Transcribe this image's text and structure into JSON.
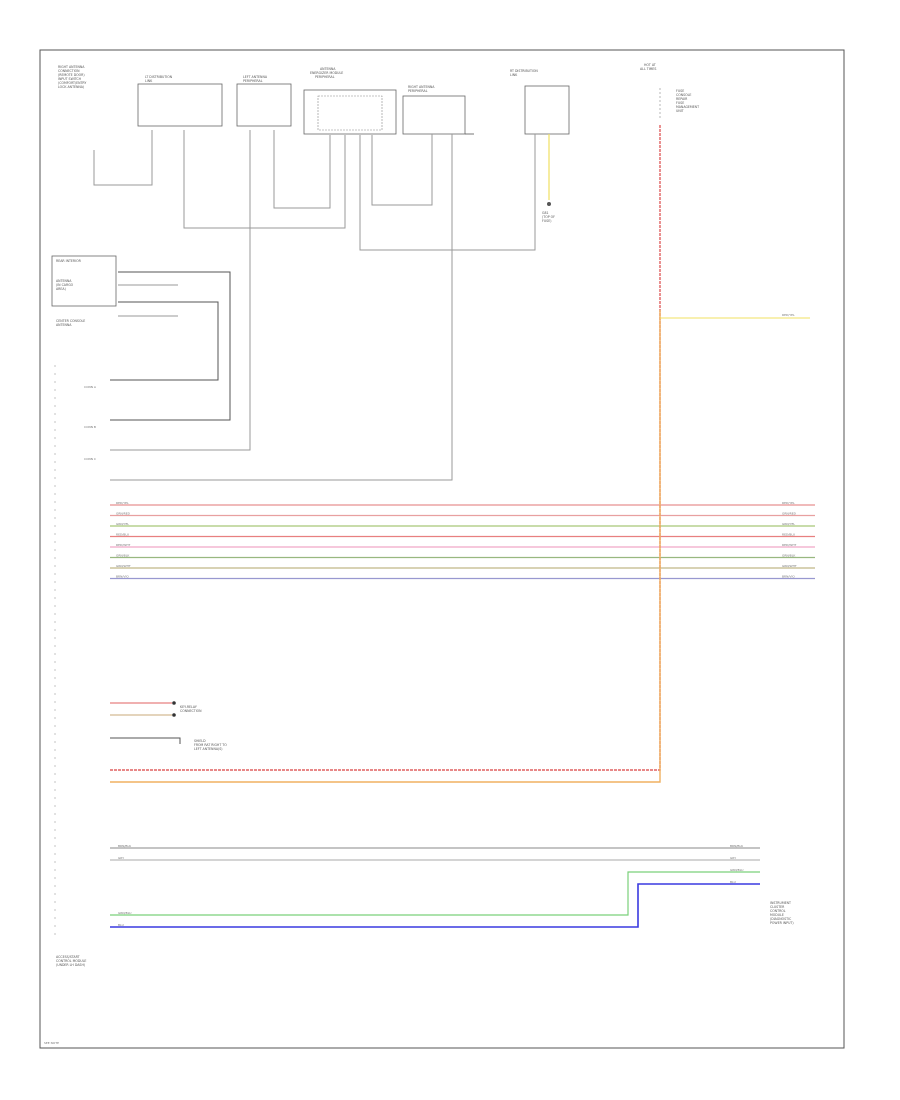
{
  "diagram": {
    "footer_code": "SEE NOTE"
  },
  "components": {
    "left_top_label": "RIGHT ANTENNA\nCONNECTION\n(REMOTE DOOR)\nINPUT SWITCH\n(COMFORT/ENTRY\nLOCK ANTENNA)",
    "dist_link": "LT DISTRIBUTION\nLINK",
    "left_antenna": "LEFT ANTENNA\nPERIPHERAL",
    "antenna_mod": "ANTENNA\nENERGIZER MODULE\nPERIPHERAL",
    "right_antenna": "RIGHT ANTENNA\nPERIPHERAL",
    "rt_dist_link": "RT DISTRIBUTION\nLINK",
    "fuse_label": "HOT AT\nALL TIMES",
    "fuse_desc": "FUSE\nCONSOLE\nREPAIR\nFUSE\nMANAGEMENT\nUNIT",
    "ground_label": "G81\n(TOP OF\nFUSE)",
    "interior_antenna": "REAR INTERIOR\nANTENNA\n(IN CARGO\nAREA)",
    "center_console": "CENTER CONSOLE\nANTENNA",
    "module_label": "ACCESS/START\nCONTROL MODULE\n(UNDER LH DASH)",
    "right_module": "INSTRUMENT\nCLUSTER\nCONTROL\nMODULE\n(DIAGNOSTIC\nPOWER INPUT)",
    "key_relay": "KEY-RELAY\nCONNECTION",
    "shield_label": "SHIELD\nFROM RAT RIGHT TO\nLEFT ANTENNA(S)",
    "pin_group": "CONN A",
    "pin_group2": "CONN B",
    "pin_group3": "CONN C"
  },
  "wires": [
    {
      "label": "RED/YEL",
      "color": "#e89090"
    },
    {
      "label": "GRN/RED",
      "color": "#e8a0a0"
    },
    {
      "label": "GRN/YEL",
      "color": "#a8c878"
    },
    {
      "label": "RED/BLU",
      "color": "#e88080"
    },
    {
      "label": "RED/WHT",
      "color": "#f0a8c8"
    },
    {
      "label": "GRN/BLK",
      "color": "#98b880"
    },
    {
      "label": "GRN/WHT",
      "color": "#c0b888"
    },
    {
      "label": "BRN/VIO",
      "color": "#9898d0"
    }
  ],
  "bottom_wires": [
    {
      "label": "BRN/BLK",
      "color": "#888888"
    },
    {
      "label": "GRY",
      "color": "#aaaaaa"
    },
    {
      "label": "GRN/BLU",
      "color": "#90c890"
    },
    {
      "label": "BLU",
      "color": "#6060e0"
    }
  ],
  "colors": {
    "red_wire": "#e06060",
    "orange_wire": "#f0b060",
    "yellow_wire": "#f0e060",
    "green_wire": "#7ad07a",
    "blue_wire": "#3a3ae0",
    "frame": "#555555"
  }
}
